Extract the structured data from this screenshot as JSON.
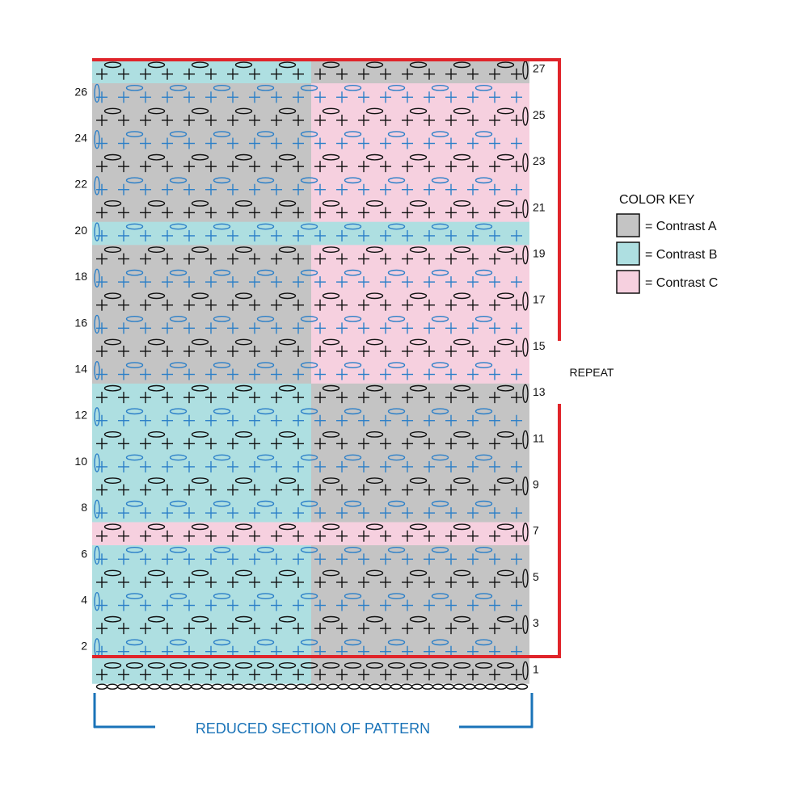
{
  "colors": {
    "contrast_a": "#c4c4c4",
    "contrast_b": "#aedfe1",
    "contrast_c": "#f6d0df",
    "repeat_bracket": "#e0242a",
    "reduced_bracket": "#1a73b8",
    "stitch_black": "#111111",
    "stitch_blue": "#2b7fc8"
  },
  "icons": {
    "single_crochet": "plus-stitch-icon",
    "chain": "oval-chain-icon",
    "turning_chain": "vertical-oval-icon"
  },
  "key": {
    "title": "COLOR KEY",
    "items": [
      {
        "swatch": "contrast_a",
        "label": "= Contrast A"
      },
      {
        "swatch": "contrast_b",
        "label": "= Contrast B"
      },
      {
        "swatch": "contrast_c",
        "label": "= Contrast C"
      }
    ]
  },
  "labels": {
    "repeat": "REPEAT",
    "reduced_section": "REDUCED SECTION OF PATTERN"
  },
  "chart_data": {
    "type": "table",
    "rows": [
      {
        "row": 1,
        "label": "1",
        "left": "contrast_b",
        "right": "contrast_a"
      },
      {
        "row": 2,
        "label": "2",
        "left": "contrast_b",
        "right": "contrast_a"
      },
      {
        "row": 3,
        "label": "3",
        "left": "contrast_b",
        "right": "contrast_a"
      },
      {
        "row": 4,
        "label": "4",
        "left": "contrast_b",
        "right": "contrast_a"
      },
      {
        "row": 5,
        "label": "5",
        "left": "contrast_b",
        "right": "contrast_a"
      },
      {
        "row": 6,
        "label": "6",
        "left": "contrast_b",
        "right": "contrast_a"
      },
      {
        "row": 7,
        "label": "7",
        "left": "contrast_c",
        "right": "contrast_c"
      },
      {
        "row": 8,
        "label": "8",
        "left": "contrast_b",
        "right": "contrast_a"
      },
      {
        "row": 9,
        "label": "9",
        "left": "contrast_b",
        "right": "contrast_a"
      },
      {
        "row": 10,
        "label": "10",
        "left": "contrast_b",
        "right": "contrast_a"
      },
      {
        "row": 11,
        "label": "11",
        "left": "contrast_b",
        "right": "contrast_a"
      },
      {
        "row": 12,
        "label": "12",
        "left": "contrast_b",
        "right": "contrast_a"
      },
      {
        "row": 13,
        "label": "13",
        "left": "contrast_b",
        "right": "contrast_a"
      },
      {
        "row": 14,
        "label": "14",
        "left": "contrast_a",
        "right": "contrast_c"
      },
      {
        "row": 15,
        "label": "15",
        "left": "contrast_a",
        "right": "contrast_c"
      },
      {
        "row": 16,
        "label": "16",
        "left": "contrast_a",
        "right": "contrast_c"
      },
      {
        "row": 17,
        "label": "17",
        "left": "contrast_a",
        "right": "contrast_c"
      },
      {
        "row": 18,
        "label": "18",
        "left": "contrast_a",
        "right": "contrast_c"
      },
      {
        "row": 19,
        "label": "19",
        "left": "contrast_a",
        "right": "contrast_c"
      },
      {
        "row": 20,
        "label": "20",
        "left": "contrast_b",
        "right": "contrast_b"
      },
      {
        "row": 21,
        "label": "21",
        "left": "contrast_a",
        "right": "contrast_c"
      },
      {
        "row": 22,
        "label": "22",
        "left": "contrast_a",
        "right": "contrast_c"
      },
      {
        "row": 23,
        "label": "23",
        "left": "contrast_a",
        "right": "contrast_c"
      },
      {
        "row": 24,
        "label": "24",
        "left": "contrast_a",
        "right": "contrast_c"
      },
      {
        "row": 25,
        "label": "25",
        "left": "contrast_a",
        "right": "contrast_c"
      },
      {
        "row": 26,
        "label": "26",
        "left": "contrast_a",
        "right": "contrast_c"
      },
      {
        "row": 27,
        "label": "27",
        "left": "contrast_b",
        "right": "contrast_a"
      }
    ],
    "repeat_rows": [
      2,
      27
    ],
    "reduced_section": "all"
  }
}
